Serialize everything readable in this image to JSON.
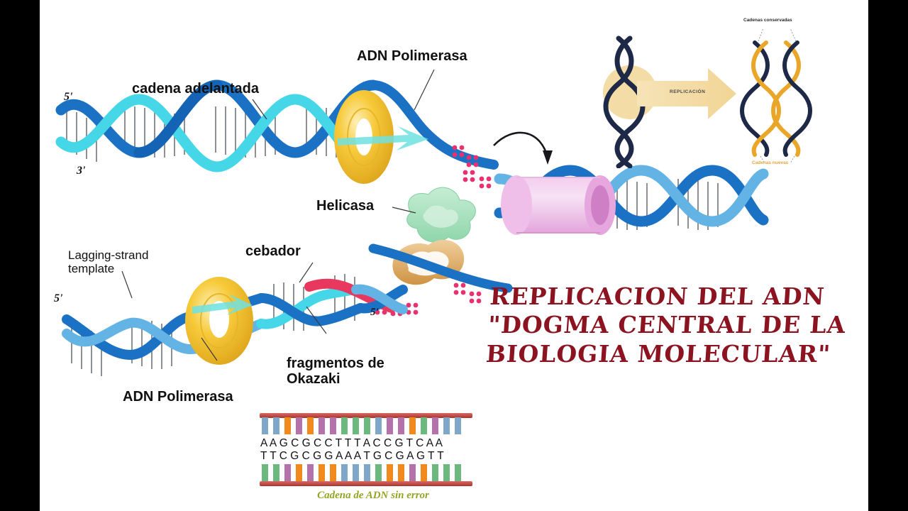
{
  "figure": {
    "title_lines": [
      "REPLICACION DEL ADN",
      "\"DOGMA CENTRAL DE LA",
      "BIOLOGIA MOLECULAR\""
    ],
    "title_color": "#8c1320",
    "background_color": "#ffffff",
    "pillarbox_color": "#000000"
  },
  "main_diagram": {
    "labels": {
      "leading_strand": "cadena adelantada",
      "dna_polymerase_top": "ADN Polimerasa",
      "helicase": "Helicasa",
      "lagging_strand_template": "Lagging-strand\ntemplate",
      "primer": "cebador",
      "okazaki": "fragmentos de\nOkazaki",
      "dna_polymerase_bottom": "ADN Polimerasa"
    },
    "end_markers": {
      "top_left_five": "5'",
      "top_left_three": "3'",
      "bottom_left_five": "5'",
      "bottom_right_five": "5'"
    },
    "colors": {
      "strand_dark_blue": "#1272c4",
      "strand_light_blue": "#63b4e4",
      "strand_cyan": "#45d6e8",
      "polymerase_yellow": "#f5c935",
      "helicase_green": "#a9e2bd",
      "clamp_tan": "#dfa861",
      "sliding_clamp_pink": "#e9b7e2",
      "primer_red": "#e8385e",
      "nucleotide_pink": "#e8316e"
    }
  },
  "inset_diagram": {
    "arrow_label": "REPLICACIÓN",
    "top_label": "Cadenas conservadas",
    "bottom_label": "Cadenas nuevas",
    "colors": {
      "strand_navy": "#1d2947",
      "strand_gold": "#eaa628",
      "arrow_fill": "#f4dca6"
    }
  },
  "sequence_module": {
    "top_strand": "A A G C G C C T T T A C C G T C A A",
    "bottom_strand": "T T C G C G G A A A T G C G A G T T",
    "caption": "Cadena de ADN sin error",
    "caption_color": "#95a424",
    "rail_color": "#b8453b"
  }
}
